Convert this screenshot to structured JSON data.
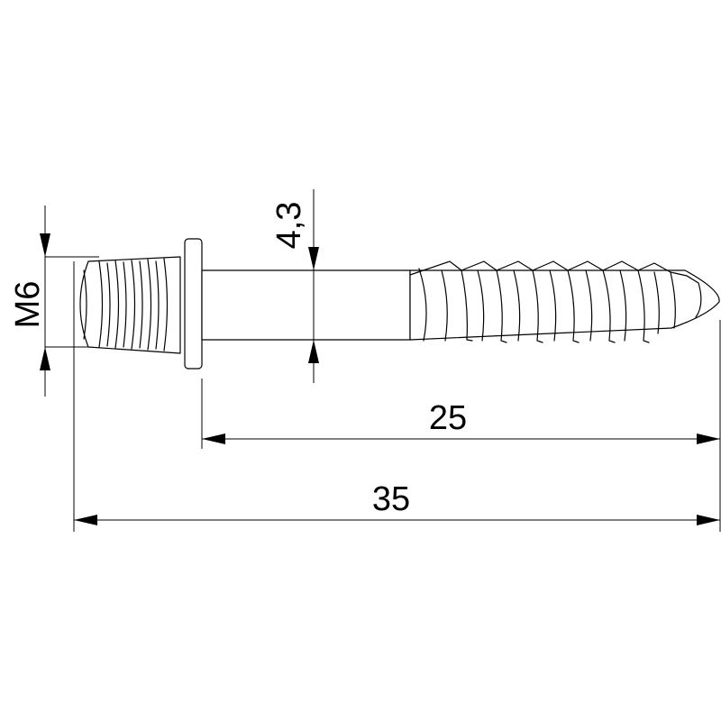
{
  "drawing": {
    "dimensions": {
      "thread_size": "M6",
      "shank_diameter": "4,3",
      "screw_length": "25",
      "overall_length": "35"
    }
  }
}
